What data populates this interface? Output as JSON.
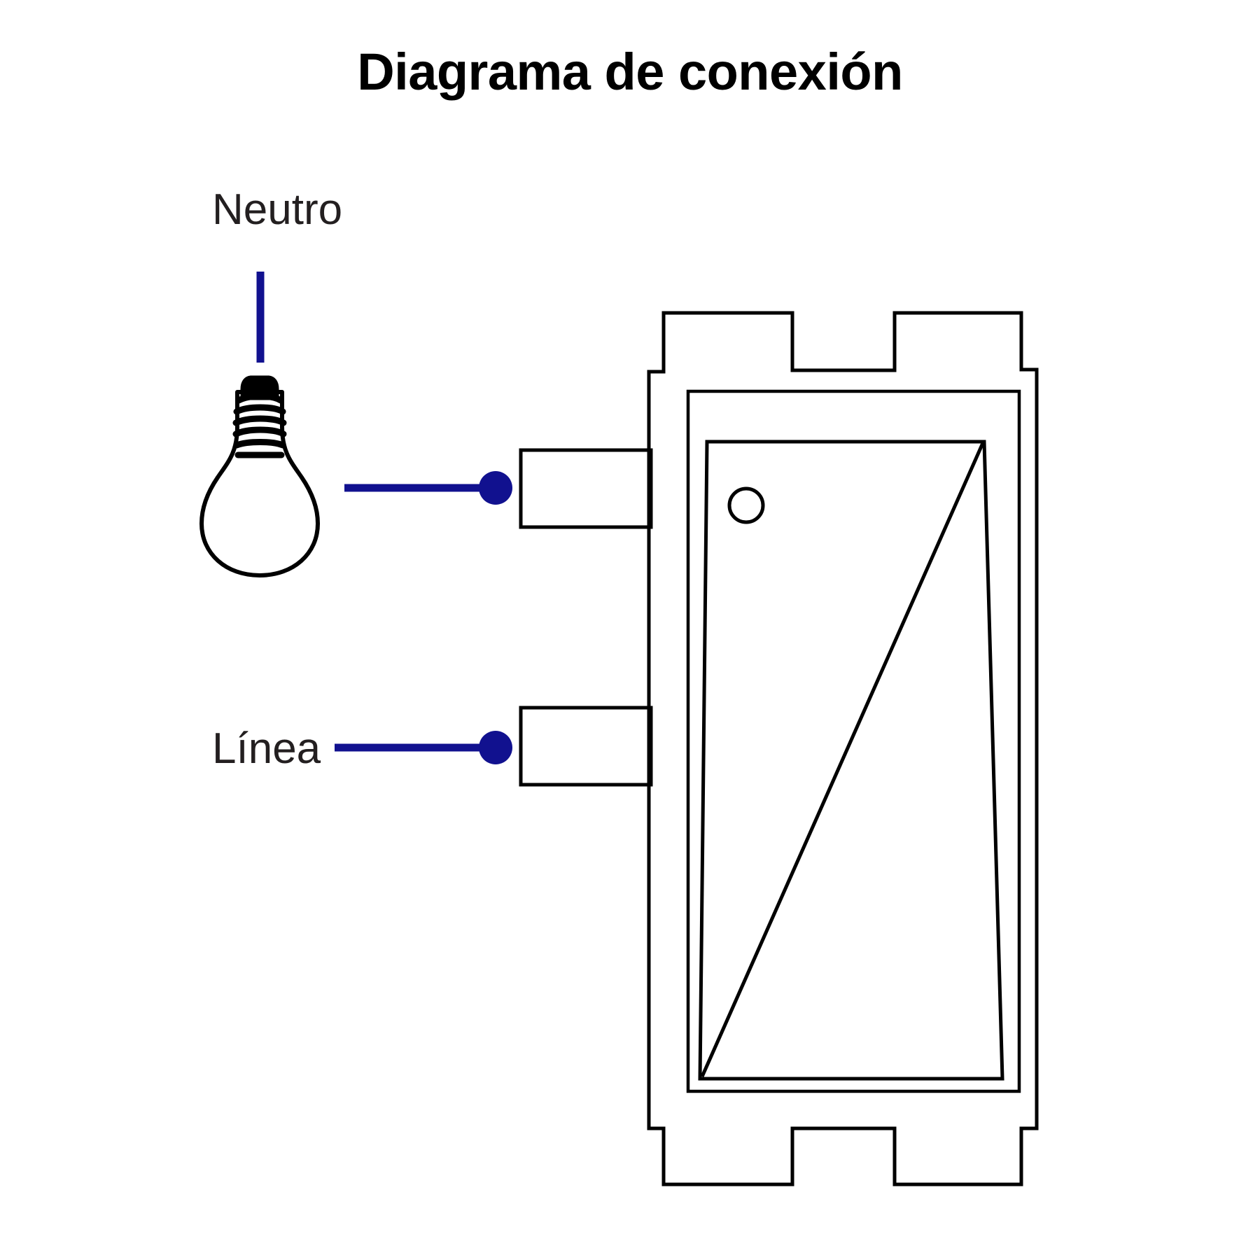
{
  "page": {
    "title": "Diagrama de conexión",
    "background_color": "#ffffff"
  },
  "colors": {
    "wire_blue": "#11118f",
    "outline_black": "#000000",
    "label_text": "#231f20",
    "title_text": "#000000"
  },
  "labels": {
    "neutral": "Neutro",
    "line": "Línea"
  },
  "diagram": {
    "device_name": "switch-body",
    "lamp_name": "light-bulb",
    "terminals": [
      {
        "id": "neutral-terminal",
        "label": "Neutro"
      },
      {
        "id": "line-terminal",
        "label": "Línea"
      }
    ],
    "indicator": "indicator-hole",
    "rocker": "rocker-paddle"
  }
}
